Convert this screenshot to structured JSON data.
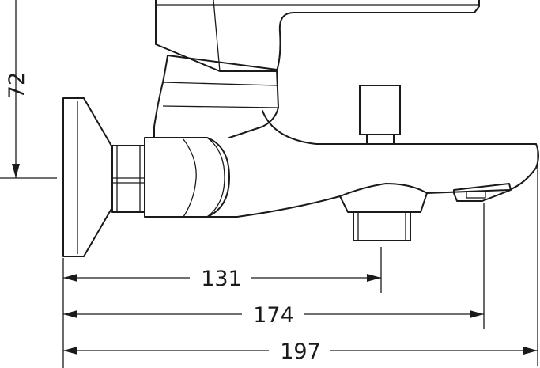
{
  "dimensions": {
    "height": "72",
    "outlet": "131",
    "diverter": "174",
    "overall": "197"
  }
}
